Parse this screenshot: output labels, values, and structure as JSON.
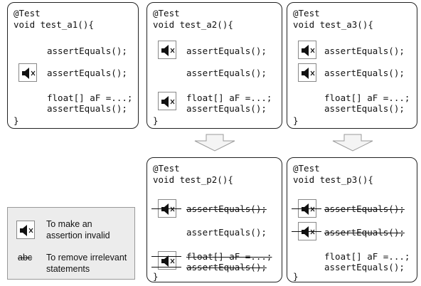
{
  "test_a1": {
    "header": "@Test",
    "signature": "void test_a1(){",
    "line1": "assertEquals();",
    "line2": "assertEquals();",
    "line3": "float[] aF =...;",
    "line4": "assertEquals();",
    "close": "}"
  },
  "test_a2": {
    "header": "@Test",
    "signature": "void test_a2(){",
    "line1": "assertEquals();",
    "line2": "assertEquals();",
    "line3": "float[] aF =...;",
    "line4": "assertEquals();",
    "close": "}"
  },
  "test_a3": {
    "header": "@Test",
    "signature": "void test_a3(){",
    "line1": "assertEquals();",
    "line2": "assertEquals();",
    "line3": "float[] aF =...;",
    "line4": "assertEquals();",
    "close": "}"
  },
  "test_p2": {
    "header": "@Test",
    "signature": "void test_p2(){",
    "line1": "assertEquals();",
    "line2": "assertEquals();",
    "line3": "float[] aF =...;",
    "line4": "assertEquals();",
    "close": "}"
  },
  "test_p3": {
    "header": "@Test",
    "signature": "void test_p3(){",
    "line1": "assertEquals();",
    "line2": "assertEquals();",
    "line3": "float[] aF =...;",
    "line4": "assertEquals();",
    "close": "}"
  },
  "legend": {
    "mute_label_1": "To make an",
    "mute_label_2": "assertion invalid",
    "strike_sample": "abc",
    "strike_label_1": "To remove irrelevant",
    "strike_label_2": "statements"
  },
  "icons": {
    "mute": "speaker-mute-icon",
    "arrow": "down-arrow-icon"
  }
}
